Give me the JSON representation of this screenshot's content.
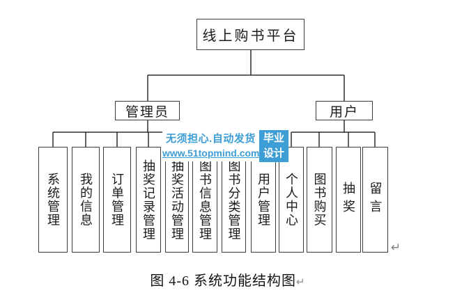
{
  "figure": {
    "root": "线上购书平台",
    "admin": {
      "label": "管理员",
      "children": [
        "系统管理",
        "我的信息",
        "订单管理",
        "抽奖记录管理",
        "抽奖活动管理",
        "图书信息管理",
        "图书分类管理",
        "用户管理"
      ]
    },
    "user": {
      "label": "用户",
      "children": [
        "个人中心",
        "图书购买",
        "抽奖",
        "留言"
      ]
    }
  },
  "watermark": {
    "line1": "无须担心.自动发货",
    "line2": "www.51topmind.com",
    "badge_line1": "毕业",
    "badge_line2": "设计",
    "blue": "#3d9ed6"
  },
  "caption": "图 4-6 系统功能结构图",
  "return_mark": "↵",
  "colors": {
    "line": "#2e2e2e",
    "box_border": "#3a3a3a",
    "background": "#ffffff",
    "watermark_blue": "#3d9ed6"
  }
}
